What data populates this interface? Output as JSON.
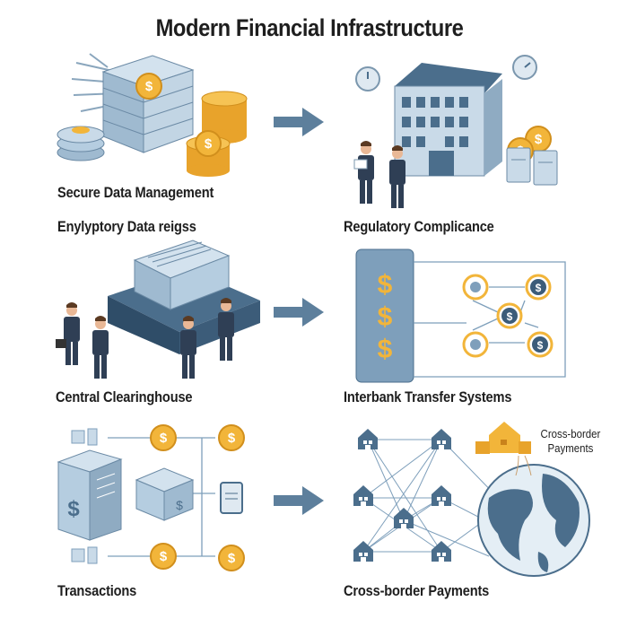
{
  "title": "Modern Financial Infrastructure",
  "sections": {
    "secure_data": {
      "label": "Secure Data Management",
      "sublabel": "Enylyptory Data reigss"
    },
    "regulatory": {
      "label": "Regulatory Complicance"
    },
    "clearinghouse": {
      "label": "Central Clearinghouse"
    },
    "interbank": {
      "label": "Interbank Transfer Systems",
      "symbols": [
        "$",
        "$",
        "$"
      ]
    },
    "transactions": {
      "label": "Transactions"
    },
    "cross_border": {
      "label": "Cross-border Payments",
      "callout_line1": "Cross-border",
      "callout_line2": "Payments"
    }
  },
  "colors": {
    "slate": "#4b6e8c",
    "light": "#b5cde0",
    "gold": "#f2b53a",
    "text": "#1e1e1e"
  }
}
